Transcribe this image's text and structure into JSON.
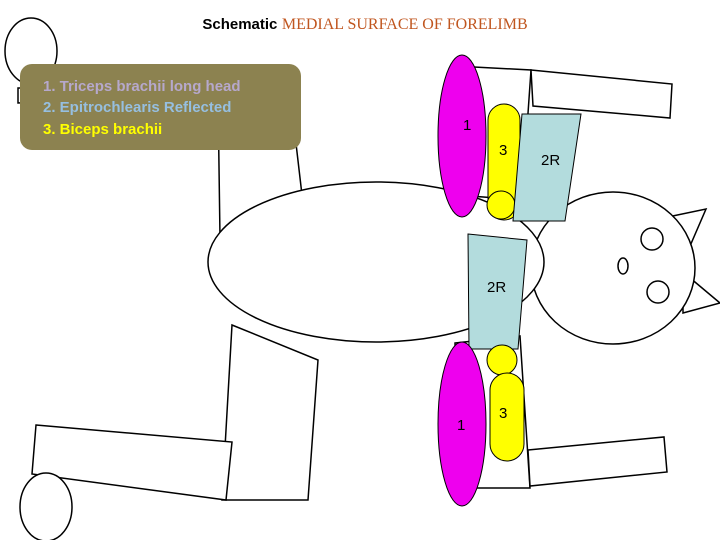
{
  "title": {
    "prefix": "Schematic",
    "main": "MEDIAL SURFACE OF FORELIMB"
  },
  "legend": {
    "items": [
      {
        "label": "1. Triceps brachii long head",
        "color": "#b6a8cc"
      },
      {
        "label": "2. Epitrochlearis  Reflected",
        "color": "#96bfe0"
      },
      {
        "label": "3. Biceps brachii",
        "color": "#ffff00"
      }
    ]
  },
  "muscle_labels": {
    "triceps_top": "1",
    "biceps_top": "3",
    "epitrochlearis_top": "2R",
    "epitrochlearis_bottom": "2R",
    "biceps_bottom": "3",
    "triceps_bottom": "1"
  },
  "colors": {
    "triceps": "#ee00ee",
    "biceps": "#ffff00",
    "epitrochlearis": "#b3dcdd",
    "legend_bg": "#8c8250",
    "title_accent": "#c0561f"
  }
}
